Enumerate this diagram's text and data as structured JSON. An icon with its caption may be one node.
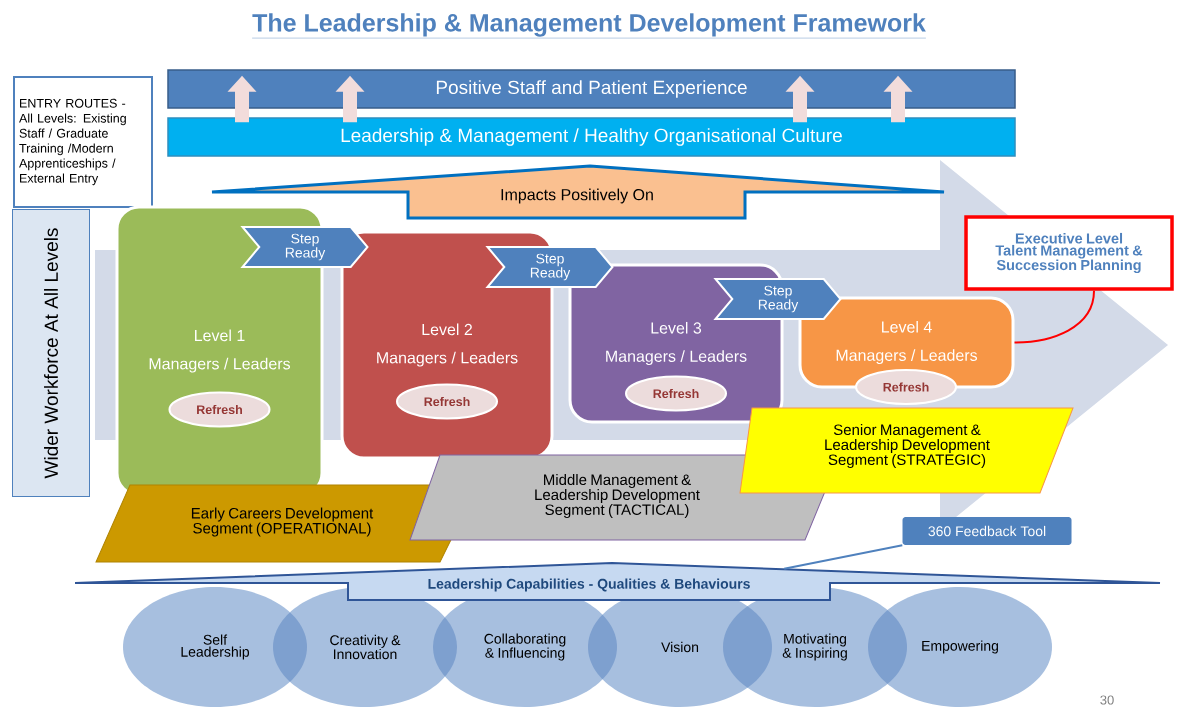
{
  "diagram": {
    "title": "The Leadership & Management Development Framework",
    "nodes": [
      {
        "text": [
          "Positive Staff and Patient Experience"
        ]
      },
      {
        "text": [
          "Leadership & Management / Healthy Organisational Culture"
        ]
      },
      {
        "text": [
          "ENTRY ROUTES - All Levels: Existing Staff / Graduate Training /Modern Apprenticeships / External Entry"
        ]
      },
      {
        "text": [
          "Wider Workforce At All Levels"
        ]
      },
      {
        "text": [
          "Impacts Positively On"
        ]
      },
      {
        "text": [
          "Level 1",
          "Managers / Leaders"
        ]
      },
      {
        "text": [
          "Refresh"
        ],
        "in": 5
      },
      {
        "text": [
          "Step Ready"
        ]
      },
      {
        "text": [
          "Level 2",
          "Managers / Leaders"
        ]
      },
      {
        "text": [
          "Refresh"
        ],
        "in": 8
      },
      {
        "text": [
          "Step Ready"
        ]
      },
      {
        "text": [
          "Level 3",
          "Managers / Leaders"
        ]
      },
      {
        "text": [
          "Refresh"
        ],
        "in": 11
      },
      {
        "text": [
          "Step Ready"
        ]
      },
      {
        "text": [
          "Level 4",
          "Managers / Leaders"
        ]
      },
      {
        "text": [
          "Refresh"
        ]
      },
      {
        "text": [
          "Executive Level Talent Management & Succession Planning"
        ]
      },
      {
        "text": [
          "Early Careers Development Segment (OPERATIONAL)"
        ]
      },
      {
        "text": [
          "Middle Management & Leadership Development Segment (TACTICAL)"
        ]
      },
      {
        "text": [
          "Senior Management & Leadership Development Segment (STRATEGIC)"
        ]
      },
      {
        "text": [
          "360 Feedback Tool"
        ]
      },
      {
        "text": [
          "Leadership Capabilities - Qualities & Behaviours"
        ]
      },
      {
        "text": [
          "Self Leadership"
        ]
      },
      {
        "text": [
          "Creativity & Innovation"
        ]
      },
      {
        "text": [
          "Collaborating & Influencing"
        ]
      },
      {
        "text": [
          "Vision"
        ]
      },
      {
        "text": [
          "Motivating & Inspiring"
        ]
      },
      {
        "text": [
          "Empowering"
        ]
      }
    ],
    "edges": [
      {
        "from": 1,
        "to": 0,
        "arrow": "to",
        "color": "#f2dcdb"
      },
      {
        "from": 1,
        "to": 0,
        "arrow": "to",
        "color": "#f2dcdb"
      },
      {
        "from": 1,
        "to": 0,
        "arrow": "to",
        "color": "#f2dcdb"
      },
      {
        "from": 1,
        "to": 0,
        "arrow": "to",
        "color": "#f2dcdb"
      },
      {
        "from": 14,
        "to": 16,
        "arrow": "none",
        "color": "#ff0000"
      },
      {
        "from": 20,
        "to": 21,
        "arrow": "none",
        "color": "#4f81bd"
      },
      {
        "from": 3,
        "to": null,
        "arrow": "to",
        "style": "thick",
        "color": "#d3dae8"
      }
    ],
    "labels": [
      "30"
    ]
  }
}
